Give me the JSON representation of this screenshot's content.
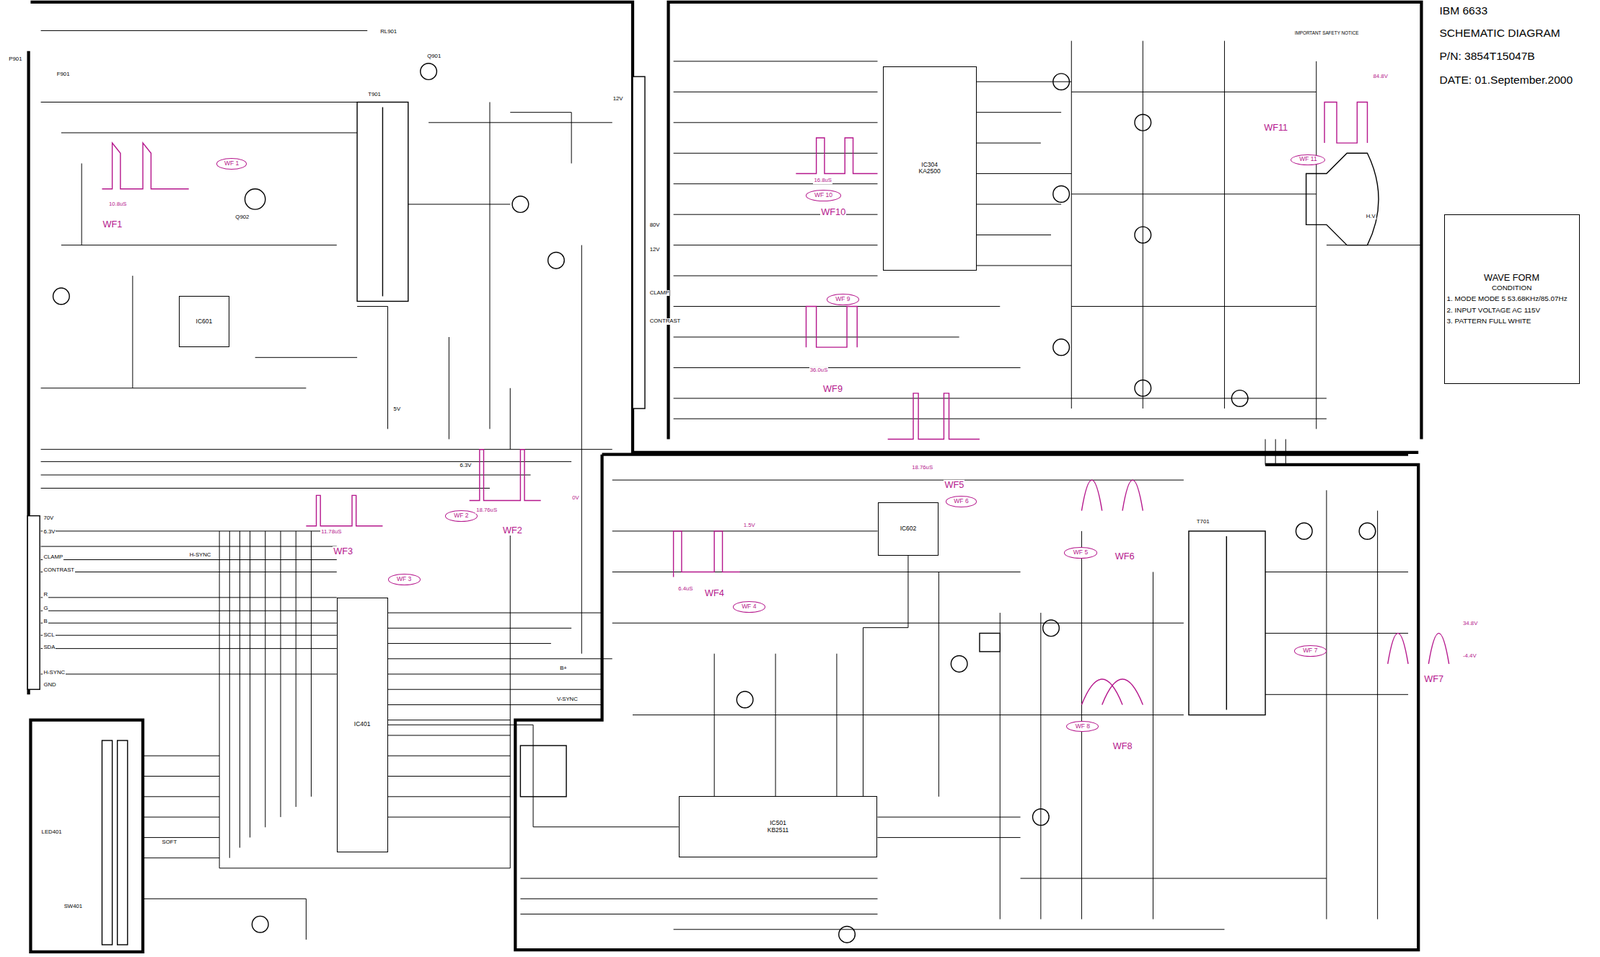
{
  "diagram": {
    "title": "IBM 6633",
    "nodes": [
      {
        "text": [
          "WAVE FORM",
          "CONDITION",
          "1. MODE MODE 5 53.68KHz/85.07Hz",
          "2. INPUT VOLTAGE AC 115V",
          "3. PATTERN FULL WHITE"
        ]
      },
      {
        "text": [
          "IC304",
          "KA2500"
        ]
      },
      {
        "text": [
          "IC401"
        ]
      },
      {
        "text": [
          "IC501",
          "KB2511"
        ]
      },
      {
        "text": [
          "IC602"
        ]
      },
      {
        "text": [
          "IC601"
        ]
      },
      {
        "text": [
          "WF 1"
        ]
      },
      {
        "text": [
          "WF 2"
        ]
      },
      {
        "text": [
          "WF 3"
        ]
      },
      {
        "text": [
          "WF 4"
        ]
      },
      {
        "text": [
          "WF 5"
        ]
      },
      {
        "text": [
          "WF 6"
        ]
      },
      {
        "text": [
          "WF 7"
        ]
      },
      {
        "text": [
          "WF 8"
        ]
      },
      {
        "text": [
          "WF 9"
        ]
      },
      {
        "text": [
          "WF 10"
        ]
      },
      {
        "text": [
          "WF 11"
        ]
      }
    ],
    "edges": [
      {
        "from": 2,
        "to": 3,
        "arrow": "none"
      },
      {
        "from": 4,
        "to": 3,
        "arrow": "none"
      }
    ],
    "labels": [
      "SCHEMATIC DIAGRAM",
      "P/N: 3854T15047B",
      "DATE: 01.September.2000",
      "WF1",
      "WF2",
      "WF3",
      "WF4",
      "WF5",
      "WF6",
      "WF7",
      "WF8",
      "WF9",
      "WF10",
      "WF11",
      "10.8uS",
      "11.78uS",
      "18.76uS",
      "6.4uS",
      "18.76uS",
      "16.8uS",
      "36.0uS",
      "84.8V",
      "34.8V",
      "-4.4V",
      "1.5V",
      "0V",
      "P901",
      "F901",
      "T901",
      "RL901",
      "Q901",
      "Q902",
      "70V",
      "6.3V",
      "CLAMP",
      "CONTRAST",
      "R",
      "G",
      "B",
      "SCL",
      "SDA",
      "H-SYNC",
      "GND",
      "T701",
      "H.V",
      "80V",
      "12V",
      "CLAMP",
      "CONTRAST",
      "SW401",
      "LED401",
      "SOFT",
      "H-SYNC",
      "V-SYNC",
      "B+",
      "12V",
      "5V",
      "6.3V",
      "IMPORTANT SAFETY NOTICE"
    ]
  }
}
